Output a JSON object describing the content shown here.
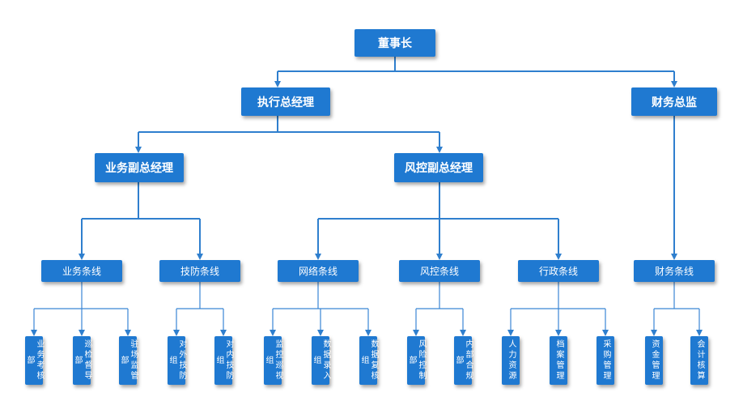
{
  "colors": {
    "box_fill": "#1f79d1",
    "connector": "#2f7fce",
    "text": "#ffffff"
  },
  "org": {
    "chairman": "董事长",
    "executive_gm": "执行总经理",
    "cfo": "财务总监",
    "business_vp": "业务副总经理",
    "risk_vp": "风控副总经理",
    "lines": {
      "business": "业务条线",
      "tech_defense": "技防条线",
      "network": "网络条线",
      "risk_control": "风控条线",
      "admin": "行政条线",
      "finance": "财务条线"
    },
    "groups": {
      "business_assessment": "业务考核部",
      "patrol_supervision": "巡检督导部",
      "onsite_supervision": "驻场监管部",
      "external_tech_defense": "对外技防组",
      "internal_tech_defense": "对内技防组",
      "monitoring_patrol": "监控巡视组",
      "data_entry": "数据录入组",
      "data_review": "数据复核组",
      "risk_control_group": "风险控制部",
      "internal_compliance": "内部合规部",
      "hr": "人力资源",
      "archives": "档案管理",
      "procurement": "采购管理",
      "funds": "资金管理",
      "accounting": "会计核算"
    }
  }
}
